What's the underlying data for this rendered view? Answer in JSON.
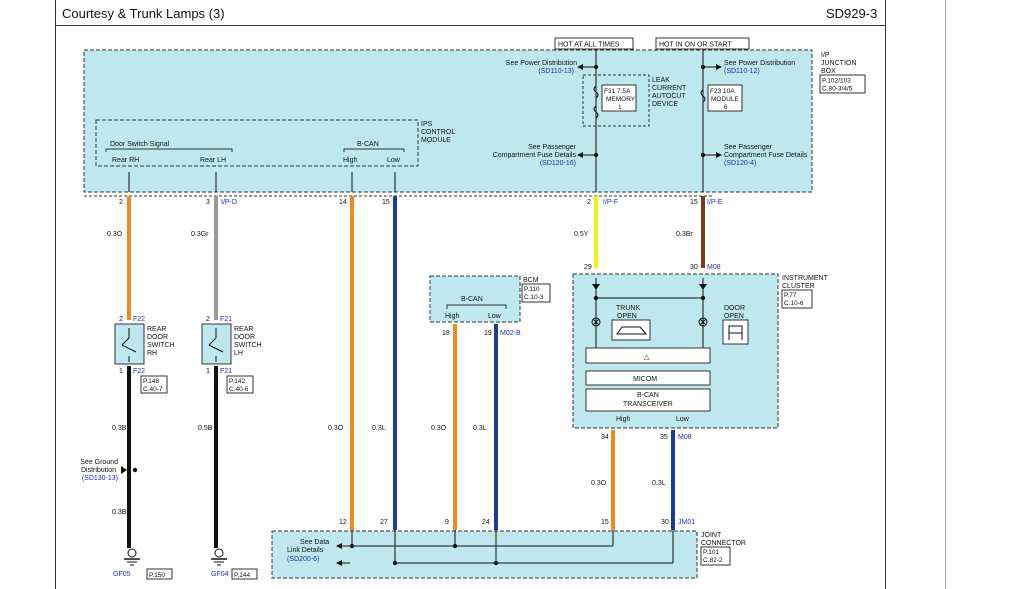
{
  "header": {
    "title": "Courtesy & Trunk Lamps (3)",
    "code": "SD929-3"
  },
  "tags": {
    "hot_all": "HOT AT ALL TIMES",
    "hot_on": "HOT IN ON OR START"
  },
  "ij_box": {
    "l1": "I/P",
    "l2": "JUNCTION",
    "l3": "BOX",
    "r1": "P.102/103",
    "r2": "C.80-3/4/5"
  },
  "see_pd_left": {
    "l1": "See Power Distribution",
    "ref": "(SD110-13)"
  },
  "see_pd_right": {
    "l1": "See Power Distribution",
    "ref": "(SD110-12)"
  },
  "fuse_f31": {
    "l1": "F31 7.5A",
    "l2": "MEMORY",
    "l3": "1"
  },
  "fuse_f23": {
    "l1": "F23 10A",
    "l2": "MODULE",
    "l3": "6"
  },
  "leak_device": {
    "l1": "LEAK",
    "l2": "CURRENT",
    "l3": "AUTOCUT",
    "l4": "DEVICE"
  },
  "see_pc_left": {
    "l1": "See Passenger",
    "l2": "Compartment Fuse Details",
    "ref": "(SD120-16)"
  },
  "see_pc_right": {
    "l1": "See Passenger",
    "l2": "Compartment Fuse Details",
    "ref": "(SD120-4)"
  },
  "ips": {
    "l1": "IPS",
    "l2": "CONTROL",
    "l3": "MODULE",
    "door_signal": "Door Switch Signal",
    "rear_rh": "Rear RH",
    "rear_lh": "Rear LH",
    "bcan": "B-CAN",
    "high": "High",
    "low": "Low"
  },
  "pins_top": {
    "p1": "2",
    "p2": "3",
    "p2c": "I/P-D",
    "p3": "14",
    "p4": "15",
    "p5": "2",
    "p5c": "I/P-F",
    "p6": "15",
    "p6c": "I/P-E"
  },
  "wires": {
    "w1": "0.3O",
    "w2": "0.3Gr",
    "w3": "0.5Y",
    "w4": "0.3Br",
    "w5": "0.3B",
    "w6": "0.5B",
    "w7": "0.3O",
    "w8": "0.3L",
    "w9": "0.3O",
    "w10": "0.3L",
    "w11": "0.3O",
    "w12": "0.3L",
    "w13": "0.3B"
  },
  "sw_rh": {
    "pin_top": "2",
    "conn_top": "F22",
    "l1": "REAR",
    "l2": "DOOR",
    "l3": "SWITCH",
    "l4": "RH",
    "pin_bot": "1",
    "conn_bot": "F22",
    "r1": "P.148",
    "r2": "C.40-7"
  },
  "sw_lh": {
    "pin_top": "2",
    "conn_top": "F21",
    "l1": "REAR",
    "l2": "DOOR",
    "l3": "SWITCH",
    "l4": "LH",
    "pin_bot": "1",
    "conn_bot": "F21",
    "r1": "P.142",
    "r2": "C.40-6"
  },
  "ground_ref": {
    "l1": "See Ground",
    "l2": "Distribution",
    "ref": "(SD130-13)"
  },
  "grounds": {
    "g1": "GF05",
    "g1r": "P.150",
    "g2": "GF04",
    "g2r": "P.144"
  },
  "bcm": {
    "name": "BCM",
    "r1": "P.110",
    "r2": "C.10-3",
    "bcan": "B-CAN",
    "high": "High",
    "low": "Low",
    "p1": "18",
    "p2": "19",
    "conn": "M02-B"
  },
  "cluster": {
    "l1": "INSTRUMENT",
    "l2": "CLUSTER",
    "r1": "P.77",
    "r2": "C.10-6",
    "p_in1": "29",
    "p_in2": "30",
    "conn_in": "M08",
    "trunk1": "TRUNK",
    "trunk2": "OPEN",
    "door1": "DOOR",
    "door2": "OPEN",
    "warn": "△",
    "micom": "MICOM",
    "trx1": "B-CAN",
    "trx2": "TRANSCEIVER",
    "high": "High",
    "low": "Low",
    "p_out1": "34",
    "p_out2": "35",
    "conn_out": "M08"
  },
  "joint": {
    "l1": "JOINT",
    "l2": "CONNECTOR",
    "r1": "P.101",
    "r2": "C.82-2",
    "dl1": "See Data",
    "dl2": "Link Details",
    "dlref": "(SD200-6)",
    "p1": "12",
    "p2": "27",
    "p3": "9",
    "p4": "24",
    "p5": "15",
    "p6": "30",
    "conn": "JM01"
  },
  "colors": {
    "orange": "#f08a1e",
    "gray": "#9a9a9a",
    "yellow": "#f2ee1a",
    "brown": "#7a3b1c",
    "blue": "#1b3a9a",
    "black": "#111111",
    "box_fill": "#bfe8ee",
    "ref_blue": "#1a2fbf"
  }
}
